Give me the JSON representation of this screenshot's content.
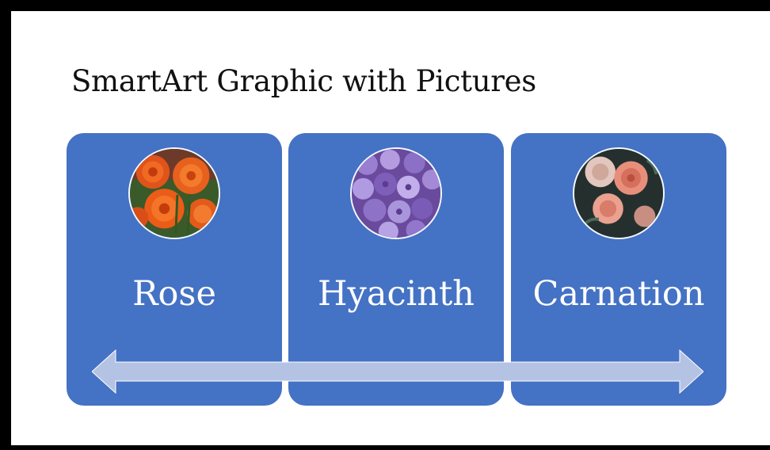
{
  "title": "SmartArt Graphic with Pictures",
  "colors": {
    "card": "#4472c4",
    "arrow": "#b4c3e3",
    "text": "#ffffff"
  },
  "items": [
    {
      "label": "Rose",
      "image": "orange-ranunculus-flowers"
    },
    {
      "label": "Hyacinth",
      "image": "purple-hydrangea-flowers"
    },
    {
      "label": "Carnation",
      "image": "pink-roses-dark-background"
    }
  ]
}
